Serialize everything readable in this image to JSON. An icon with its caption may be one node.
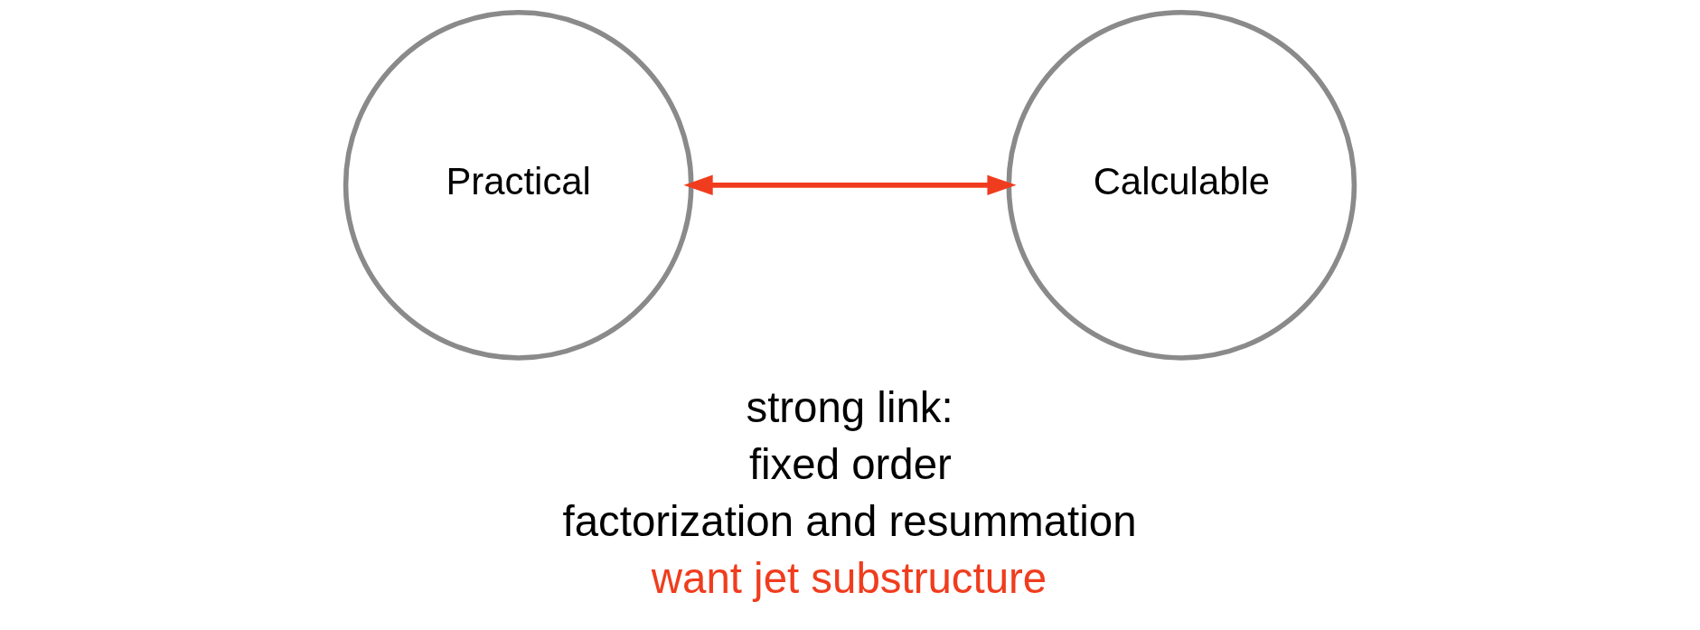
{
  "diagram": {
    "nodes": [
      {
        "text": [
          "Practical"
        ]
      },
      {
        "text": [
          "Calculable"
        ]
      }
    ],
    "edges": [
      {
        "from": 0,
        "to": 1,
        "arrow": "both",
        "color": "#f03c1e"
      }
    ],
    "labels": [
      "strong link:",
      "fixed order",
      "factorization and resummation",
      "want jet substructure"
    ]
  }
}
